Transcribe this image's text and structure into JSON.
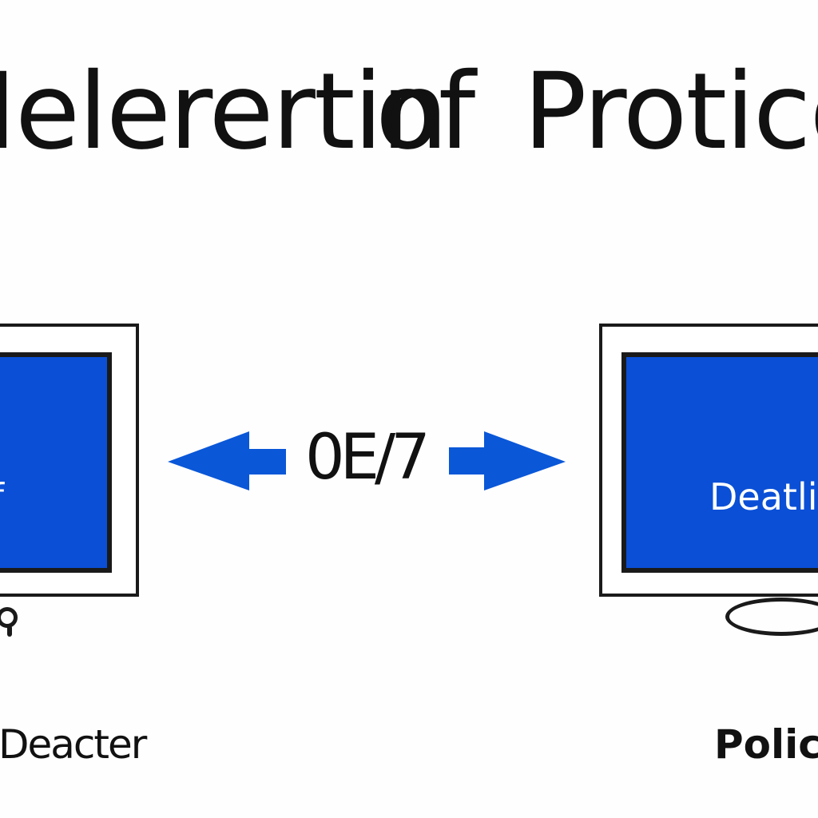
{
  "title": {
    "part1": "Ielerertin",
    "part2": "of",
    "part3": "Protico"
  },
  "left_monitor": {
    "screen_text": "kf",
    "caption": "Deacter"
  },
  "right_monitor": {
    "screen_text": "Deatlisc",
    "caption": "Policl"
  },
  "center": {
    "label": "0E/7"
  },
  "colors": {
    "screen_blue": "#0a4fd6",
    "arrow_blue": "#0a57d8",
    "outline": "#1a1a1a"
  }
}
